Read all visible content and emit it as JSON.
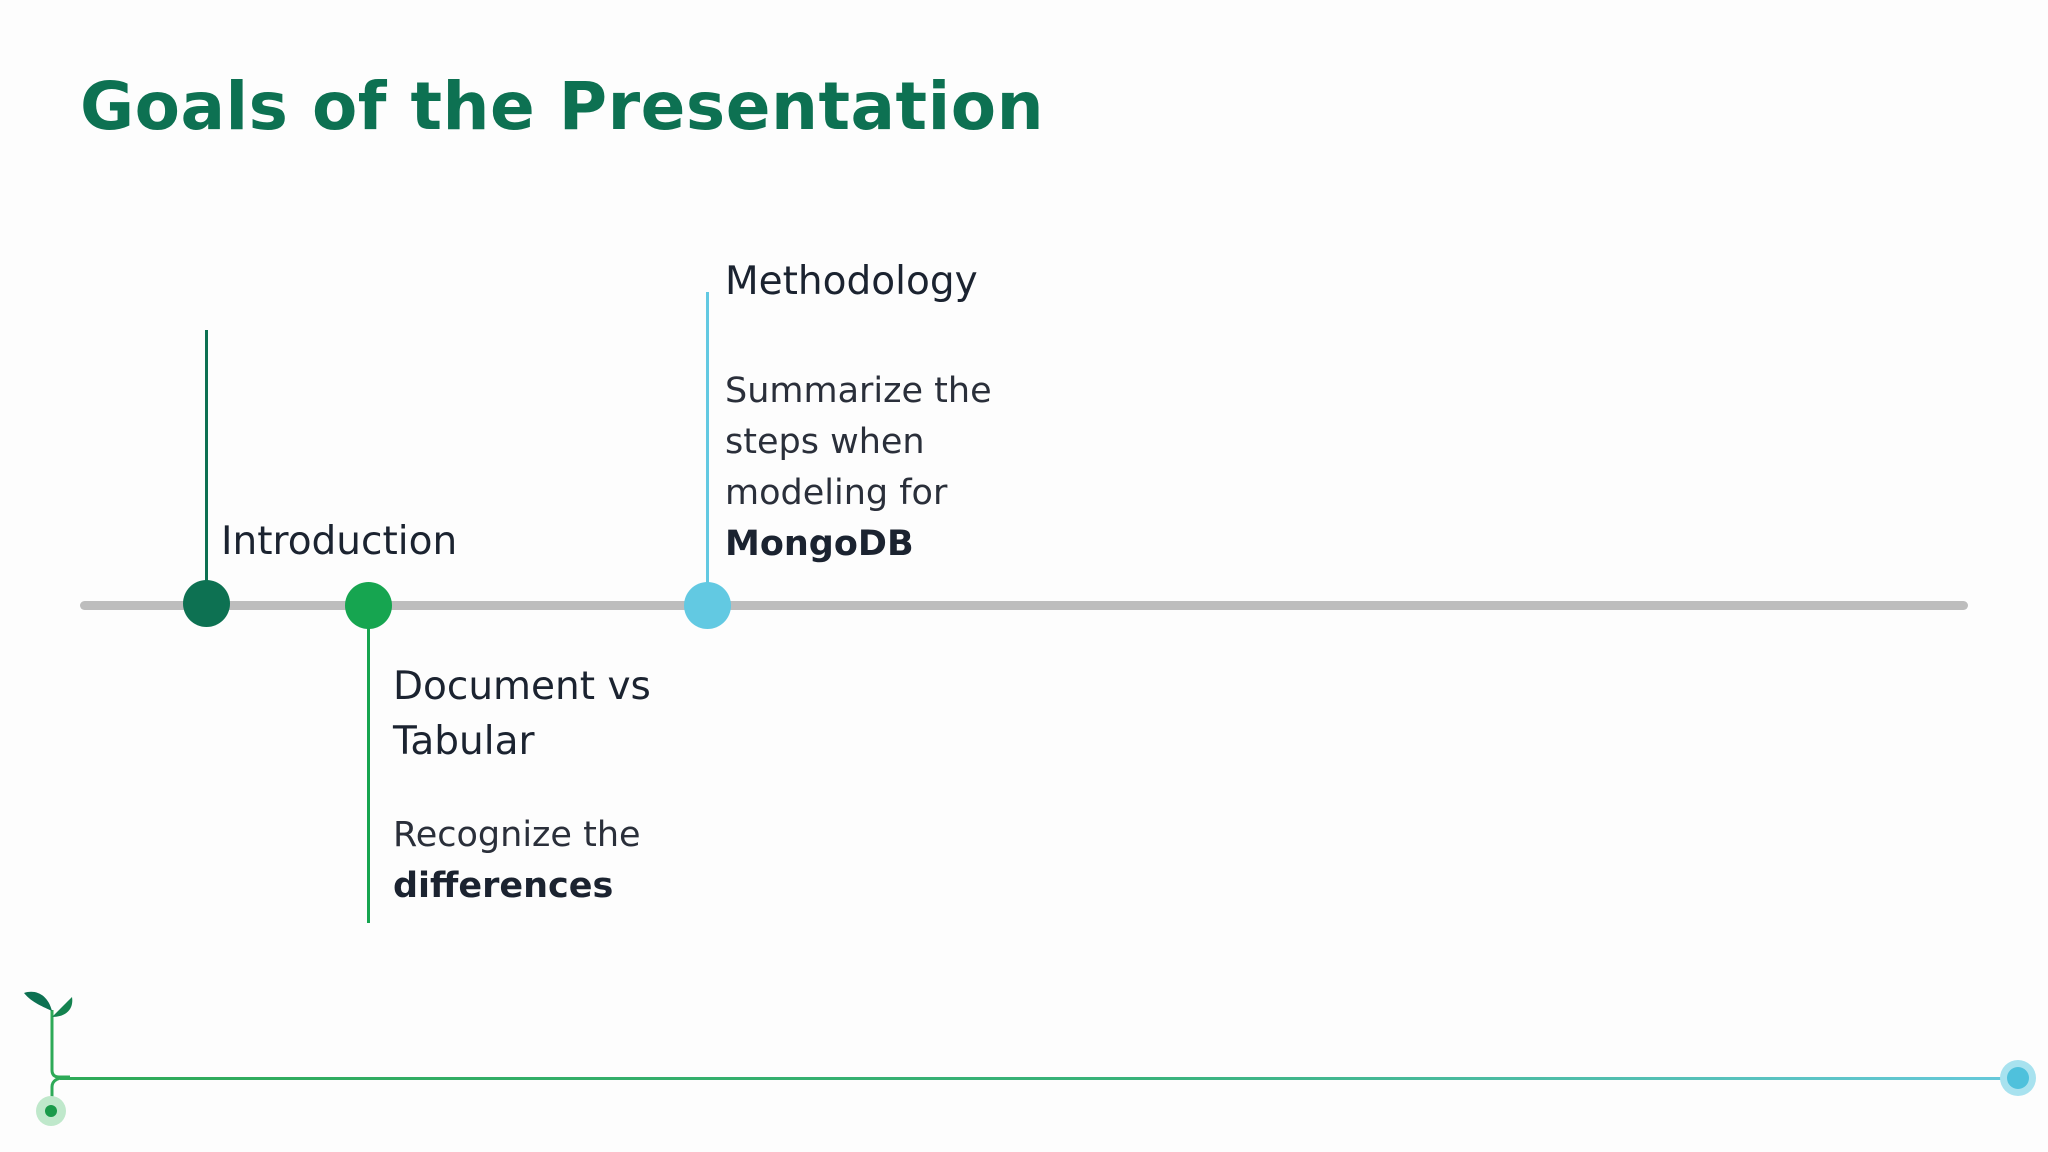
{
  "slide": {
    "title": "Goals of the Presentation"
  },
  "timeline": {
    "items": [
      {
        "heading": "Introduction",
        "description": [],
        "color": "#0d7152"
      },
      {
        "heading_lines": [
          "Document vs",
          "Tabular"
        ],
        "description": [
          "Recognize the"
        ],
        "description_emphasis": "differences",
        "color": "#16a550"
      },
      {
        "heading": "Methodology",
        "description": [
          "Summarize the",
          "steps when",
          "modeling for"
        ],
        "description_emphasis": "MongoDB",
        "color": "#62c9e2"
      }
    ],
    "axis_color": "#bdbdbd"
  },
  "decoration": {
    "icon": "sprout-icon",
    "line_gradient": [
      "#2eaa58",
      "#66c9dc"
    ],
    "end_icon": "circle-icon"
  }
}
